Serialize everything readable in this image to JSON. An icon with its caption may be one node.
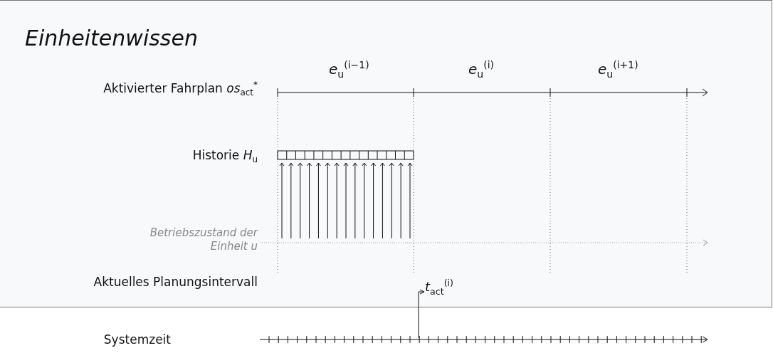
{
  "diagram": {
    "nodes": [
      {
        "text": [
          "Einheitenwissen"
        ]
      },
      {
        "text": [
          "*t*$_{act}$$^{(i)}$"
        ],
        "in": 0
      }
    ],
    "edges": [
      {
        "from": null,
        "to": 1,
        "arrow": "to"
      }
    ],
    "labels": [
      "*e*$_{u}$$^{(i−1)}$",
      "*e*$_{u}$$^{(i)}$",
      "*e*$_{u}$$^{(i+1)}$",
      "Aktivierter Fahrplan *os*$_{act}$$^{*}$",
      "Historie *H*$_{u}$",
      "Betriebszustand der Einheit u",
      "Aktuelles Planungsintervall",
      "Systemzeit"
    ]
  }
}
